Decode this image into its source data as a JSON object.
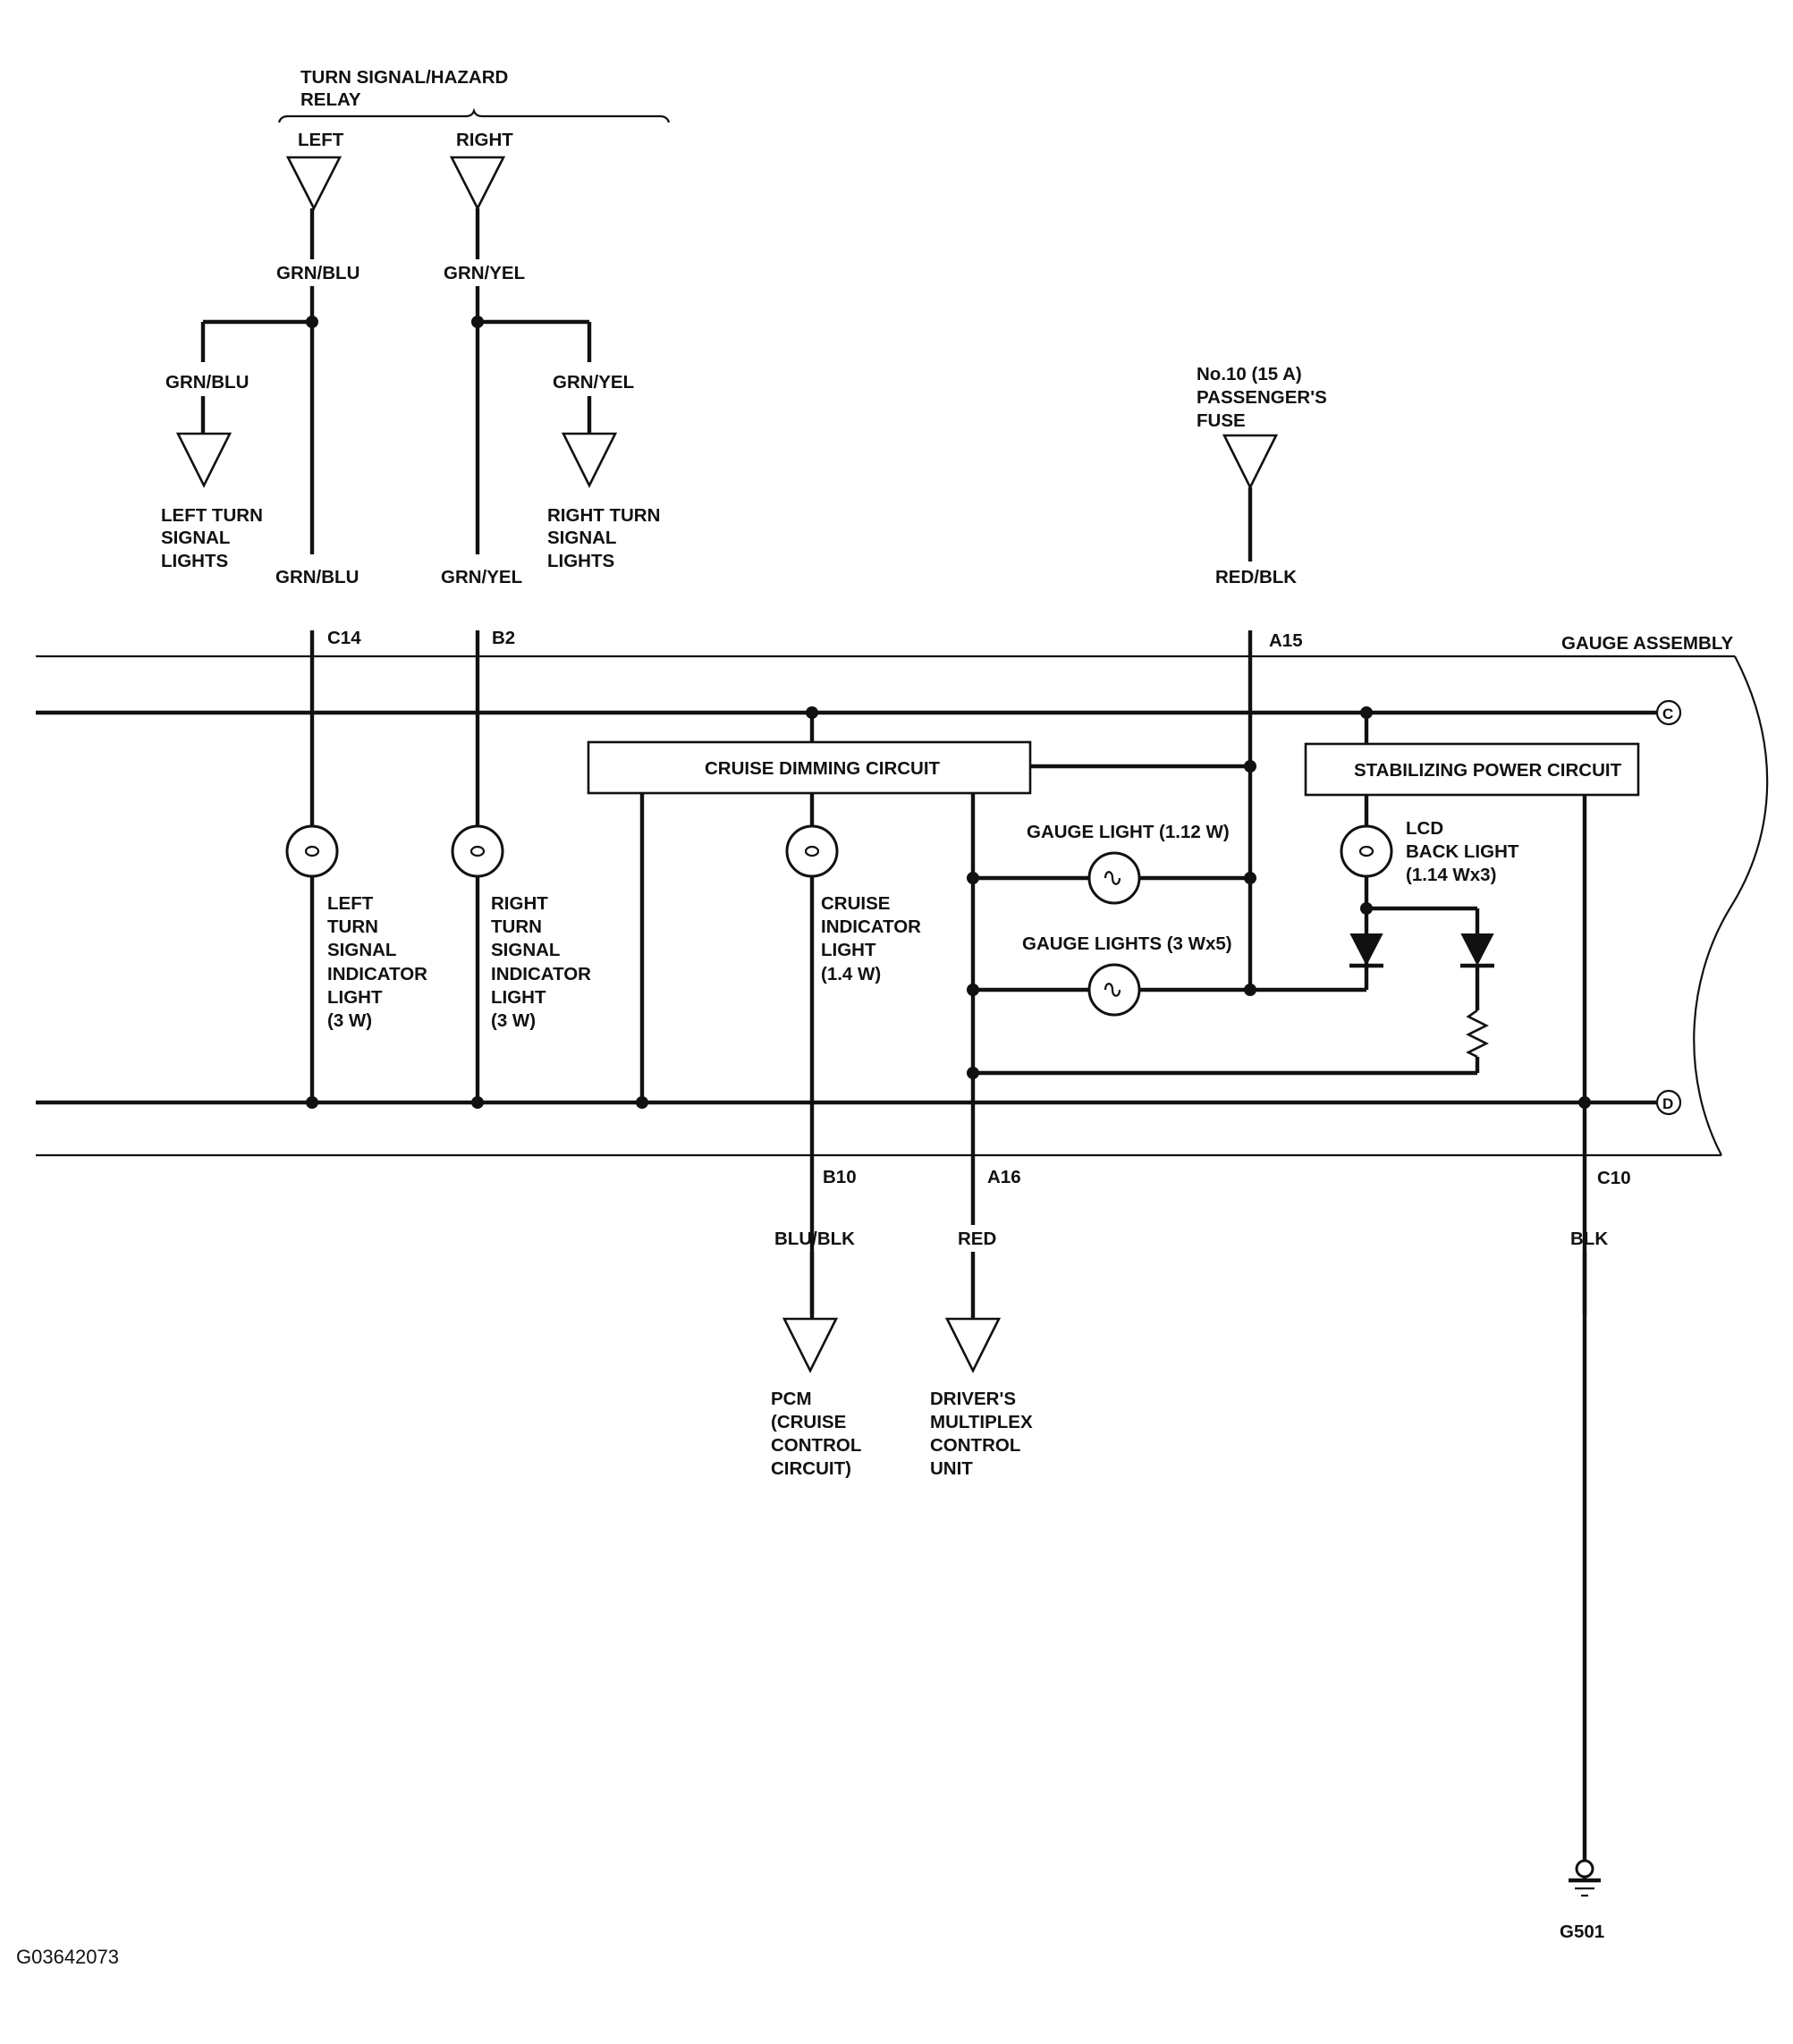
{
  "relay": {
    "title": [
      "TURN SIGNAL/HAZARD",
      "RELAY"
    ],
    "left": "LEFT",
    "right": "RIGHT"
  },
  "wires": {
    "grn_blu": "GRN/BLU",
    "grn_yel": "GRN/YEL",
    "red_blk": "RED/BLK",
    "blu_blk": "BLU/BLK",
    "red": "RED",
    "blk": "BLK"
  },
  "loads": {
    "left_turn": [
      "LEFT TURN",
      "SIGNAL",
      "LIGHTS"
    ],
    "right_turn": [
      "RIGHT TURN",
      "SIGNAL",
      "LIGHTS"
    ],
    "fuse": [
      "No.10 (15 A)",
      "PASSENGER'S",
      "FUSE"
    ],
    "pcm": [
      "PCM",
      "(CRUISE",
      "CONTROL",
      "CIRCUIT)"
    ],
    "multiplex": [
      "DRIVER'S",
      "MULTIPLEX",
      "CONTROL",
      "UNIT"
    ]
  },
  "connectors": {
    "c14": "C14",
    "b2": "B2",
    "a15": "A15",
    "b10": "B10",
    "a16": "A16",
    "c10": "C10"
  },
  "assembly": {
    "label": "GAUGE ASSEMBLY",
    "bus_c": "C",
    "bus_d": "D",
    "cruise_dimming": "CRUISE DIMMING CIRCUIT",
    "stabilizing": "STABILIZING POWER CIRCUIT",
    "left_indicator": [
      "LEFT",
      "TURN",
      "SIGNAL",
      "INDICATOR",
      "LIGHT",
      "(3 W)"
    ],
    "right_indicator": [
      "RIGHT",
      "TURN",
      "SIGNAL",
      "INDICATOR",
      "LIGHT",
      "(3 W)"
    ],
    "cruise_indicator": [
      "CRUISE",
      "INDICATOR",
      "LIGHT",
      "(1.4 W)"
    ],
    "lcd_backlight": [
      "LCD",
      "BACK LIGHT",
      "(1.14 Wx3)"
    ],
    "gauge_light": "GAUGE LIGHT (1.12 W)",
    "gauge_lights": "GAUGE LIGHTS (3 Wx5)"
  },
  "ground": "G501",
  "figure_id": "G03642073"
}
